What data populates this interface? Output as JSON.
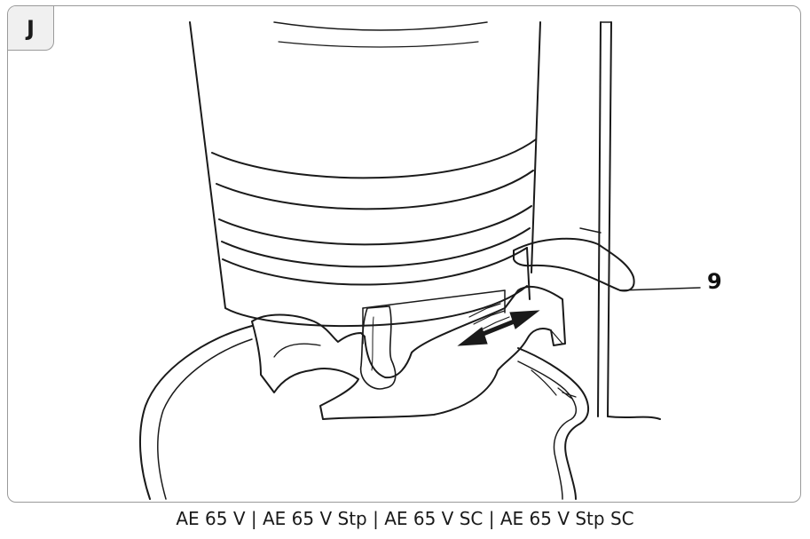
{
  "figure": {
    "label": "J",
    "callout_label": "9"
  },
  "caption": {
    "text": "AE 65 V | AE 65 V Stp | AE 65 V SC | AE 65 V Stp SC"
  },
  "icons": {
    "arrow": "double-arrow-icon",
    "lever": "release-lever-icon"
  },
  "colors": {
    "line": "#1a1a1a",
    "frame": "#9a9a9a",
    "label_bg": "#f0f0f0"
  }
}
